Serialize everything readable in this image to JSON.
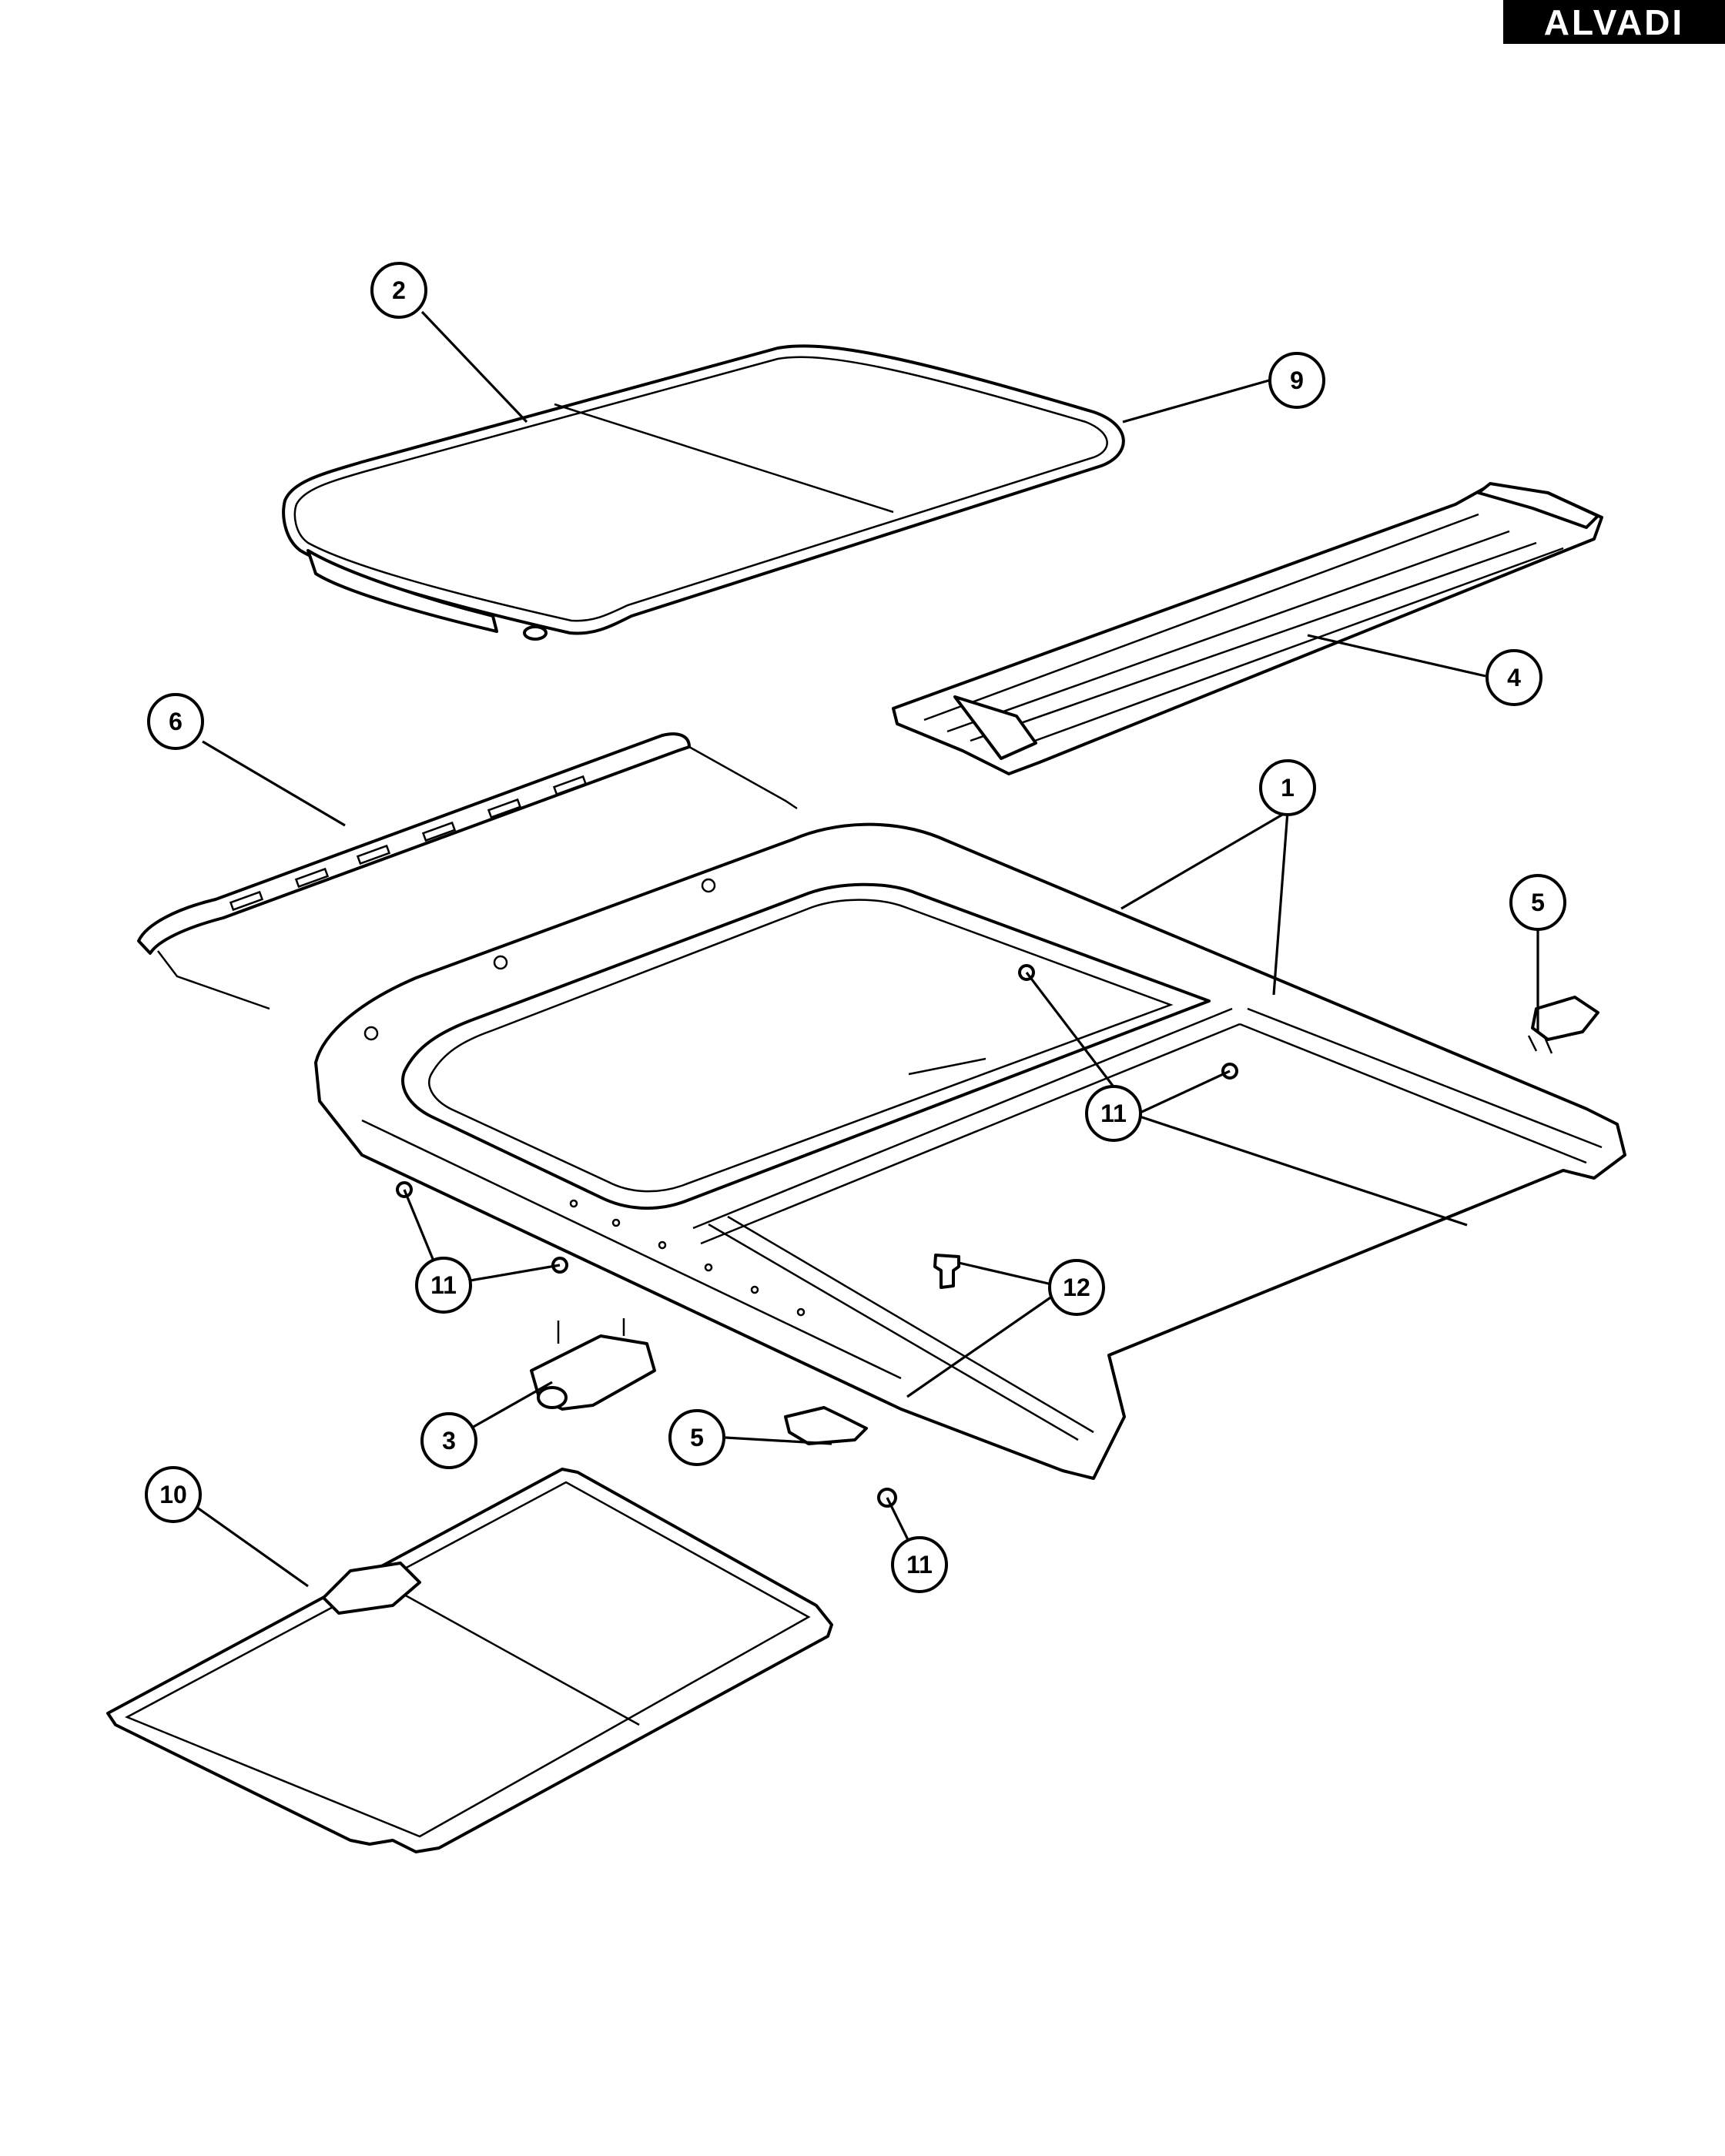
{
  "brand": "ALVADI",
  "callouts": [
    {
      "id": "c1",
      "label": "1"
    },
    {
      "id": "c2",
      "label": "2"
    },
    {
      "id": "c3",
      "label": "3"
    },
    {
      "id": "c4",
      "label": "4"
    },
    {
      "id": "c5a",
      "label": "5"
    },
    {
      "id": "c5b",
      "label": "5"
    },
    {
      "id": "c6",
      "label": "6"
    },
    {
      "id": "c9",
      "label": "9"
    },
    {
      "id": "c10",
      "label": "10"
    },
    {
      "id": "c11a",
      "label": "11"
    },
    {
      "id": "c11b",
      "label": "11"
    },
    {
      "id": "c11c",
      "label": "11"
    },
    {
      "id": "c12",
      "label": "12"
    }
  ]
}
